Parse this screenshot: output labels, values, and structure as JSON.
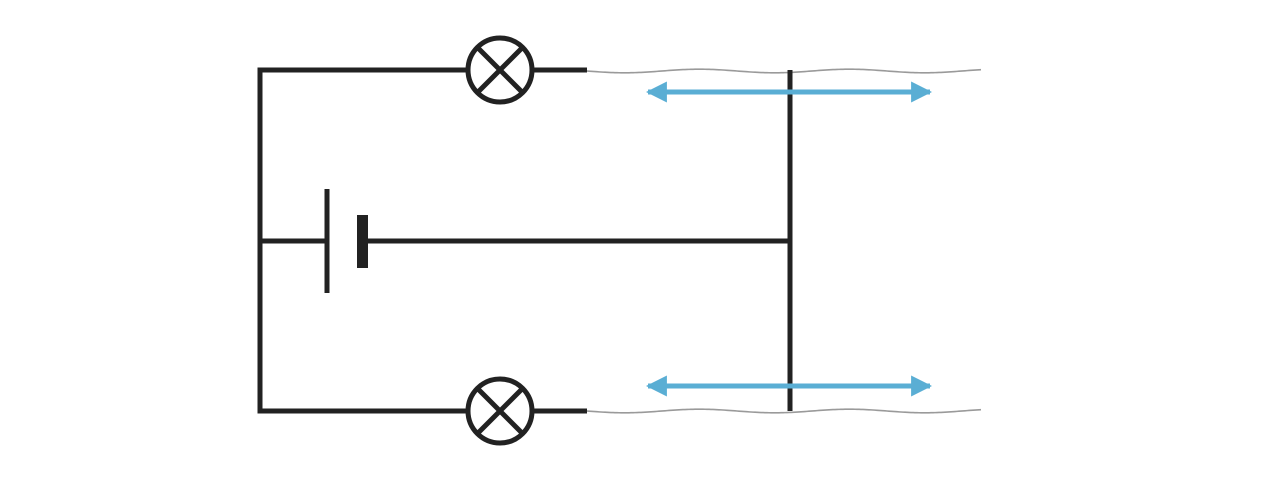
{
  "diagram": {
    "type": "circuit-schematic",
    "components": [
      {
        "kind": "lamp",
        "name": "top-lamp"
      },
      {
        "kind": "lamp",
        "name": "bottom-lamp"
      },
      {
        "kind": "battery",
        "name": "battery-cell"
      }
    ],
    "rails": [
      {
        "name": "top-rail",
        "style": "wavy"
      },
      {
        "name": "bottom-rail",
        "style": "wavy"
      }
    ],
    "slider": {
      "name": "sliding-contact",
      "movement": "horizontal",
      "direction": "both"
    },
    "colors": {
      "wire": "#222222",
      "rail": "#9a9a9a",
      "arrow": "#5aaed4",
      "background": "#ffffff"
    }
  }
}
